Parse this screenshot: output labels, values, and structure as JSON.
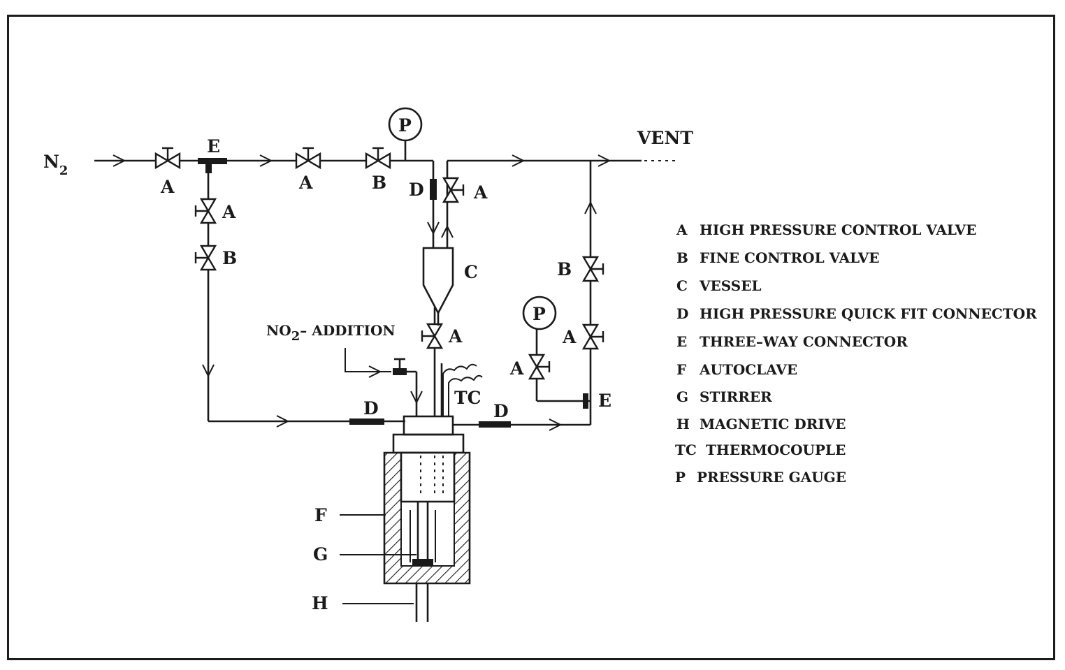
{
  "labels": {
    "n2": "N",
    "n2_sub": "2",
    "vent": "VENT",
    "no2_prefix": "NO",
    "no2_sub": "2",
    "no2_suffix": "– ADDITION",
    "tc": "TC",
    "p": "P",
    "a": "A",
    "b": "B",
    "c": "C",
    "d": "D",
    "e": "E",
    "f": "F",
    "g": "G",
    "h": "H"
  },
  "legend": [
    {
      "code": "A",
      "text": "HIGH PRESSURE CONTROL VALVE"
    },
    {
      "code": "B",
      "text": "FINE CONTROL VALVE"
    },
    {
      "code": "C",
      "text": "VESSEL"
    },
    {
      "code": "D",
      "text": "HIGH PRESSURE QUICK FIT CONNECTOR"
    },
    {
      "code": "E",
      "text": "THREE–WAY CONNECTOR"
    },
    {
      "code": "F",
      "text": "AUTOCLAVE"
    },
    {
      "code": "G",
      "text": "STIRRER"
    },
    {
      "code": "H",
      "text": "MAGNETIC DRIVE"
    },
    {
      "code": "TC",
      "text": "THERMOCOUPLE"
    },
    {
      "code": "P",
      "text": "PRESSURE GAUGE"
    }
  ]
}
